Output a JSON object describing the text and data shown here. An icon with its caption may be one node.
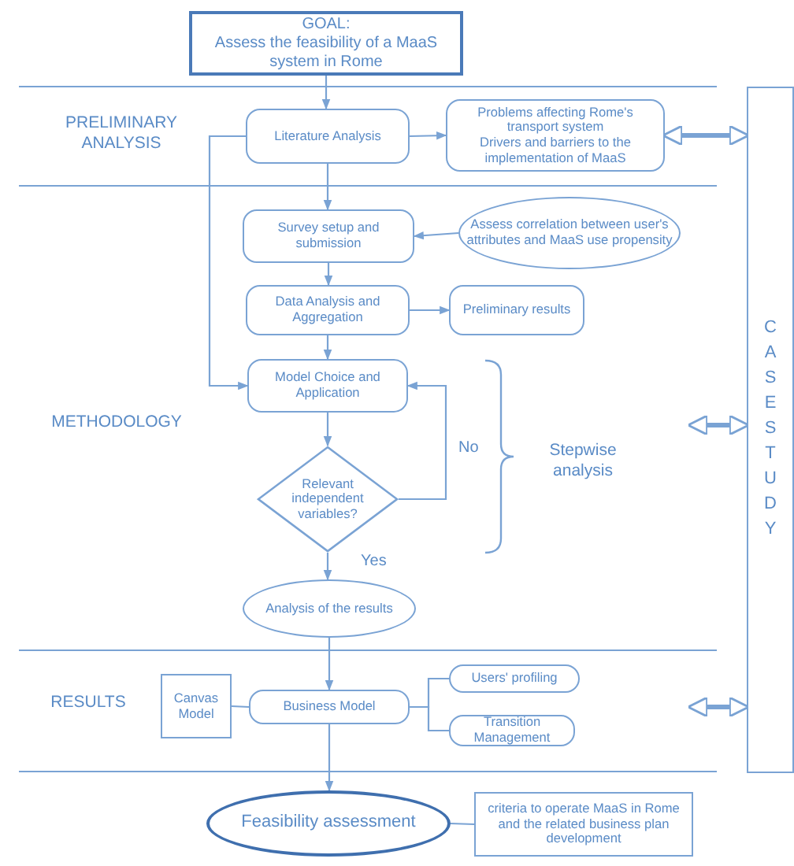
{
  "diagram": {
    "nodes": [
      {
        "text": [
          "GOAL:",
          "Assess the feasibility of a MaaS system in Rome"
        ]
      },
      {
        "text": [
          "Literature Analysis"
        ]
      },
      {
        "text": [
          "Problems affecting Rome's transport system",
          "Drivers and barriers to the implementation of MaaS"
        ]
      },
      {
        "text": [
          "Survey setup and submission"
        ]
      },
      {
        "text": [
          "Assess correlation between user's attributes and MaaS use propensity"
        ]
      },
      {
        "text": [
          "Data Analysis and Aggregation"
        ]
      },
      {
        "text": [
          "Preliminary results"
        ]
      },
      {
        "text": [
          "Model Choice and Application"
        ]
      },
      {
        "text": [
          "Relevant independent variables?"
        ]
      },
      {
        "text": [
          "Analysis of the results"
        ]
      },
      {
        "text": [
          "Canvas Model"
        ]
      },
      {
        "text": [
          "Business Model"
        ]
      },
      {
        "text": [
          "Users' profiling"
        ]
      },
      {
        "text": [
          "Transition Management"
        ]
      },
      {
        "text": [
          "Feasibility assessment"
        ]
      },
      {
        "text": [
          "criteria to operate MaaS in Rome and the related business plan development"
        ]
      },
      {
        "text": [
          "CASE STUDY"
        ]
      }
    ],
    "edges": [
      {
        "from": 0,
        "to": 1,
        "arrow": "to"
      },
      {
        "from": 1,
        "to": 2,
        "arrow": "to"
      },
      {
        "from": 1,
        "to": 3,
        "arrow": "to"
      },
      {
        "from": 4,
        "to": 3,
        "arrow": "to"
      },
      {
        "from": 3,
        "to": 5,
        "arrow": "to"
      },
      {
        "from": 5,
        "to": 6,
        "arrow": "to"
      },
      {
        "from": 5,
        "to": 7,
        "arrow": "to"
      },
      {
        "from": 1,
        "to": 7,
        "arrow": "to"
      },
      {
        "from": 7,
        "to": 8,
        "arrow": "to"
      },
      {
        "from": 8,
        "to": 7,
        "arrow": "to",
        "label": "No"
      },
      {
        "from": 8,
        "to": 9,
        "arrow": "to",
        "label": "Yes"
      },
      {
        "from": 9,
        "to": 11,
        "arrow": "to"
      },
      {
        "from": 10,
        "to": 11,
        "arrow": "none"
      },
      {
        "from": 11,
        "to": 12,
        "arrow": "none"
      },
      {
        "from": 11,
        "to": 13,
        "arrow": "none"
      },
      {
        "from": 11,
        "to": 14,
        "arrow": "to"
      },
      {
        "from": 14,
        "to": 15,
        "arrow": "none"
      },
      {
        "from": 2,
        "to": 16,
        "arrow": "both",
        "style": "thick"
      },
      {
        "from": null,
        "to": 16,
        "arrow": "both",
        "style": "thick"
      },
      {
        "from": null,
        "to": 16,
        "arrow": "both",
        "style": "thick"
      }
    ],
    "labels": [
      "PRELIMINARY ANALYSIS",
      "METHODOLOGY",
      "Stepwise analysis",
      "RESULTS"
    ]
  }
}
